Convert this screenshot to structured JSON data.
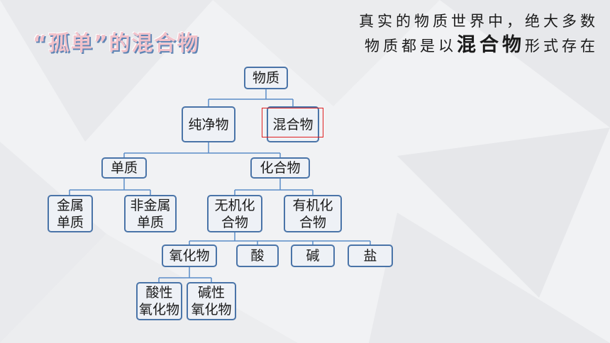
{
  "title": "“孤单”的混合物",
  "subtitle": {
    "line1": "真实的物质世界中，绝大多数",
    "line2_pre": "物质都是以",
    "line2_emph": "混合物",
    "line2_post": "形式存在"
  },
  "tree": {
    "root": "物质",
    "pure": "纯净物",
    "mixture": "混合物",
    "element": "单质",
    "compound": "化合物",
    "metal": [
      "金属",
      "单质"
    ],
    "nonmetal": [
      "非金属",
      "单质"
    ],
    "inorganic": [
      "无机化",
      "合物"
    ],
    "organic": [
      "有机化",
      "合物"
    ],
    "oxide": "氧化物",
    "acid": "酸",
    "base": "碱",
    "salt": "盐",
    "acidic_oxide": [
      "酸性",
      "氧化物"
    ],
    "basic_oxide": [
      "碱性",
      "氧化物"
    ]
  },
  "colors": {
    "node_border": "#4a74a8",
    "line": "#5b8cc8",
    "highlight": "#e02020",
    "title": "#f2c2ca"
  }
}
